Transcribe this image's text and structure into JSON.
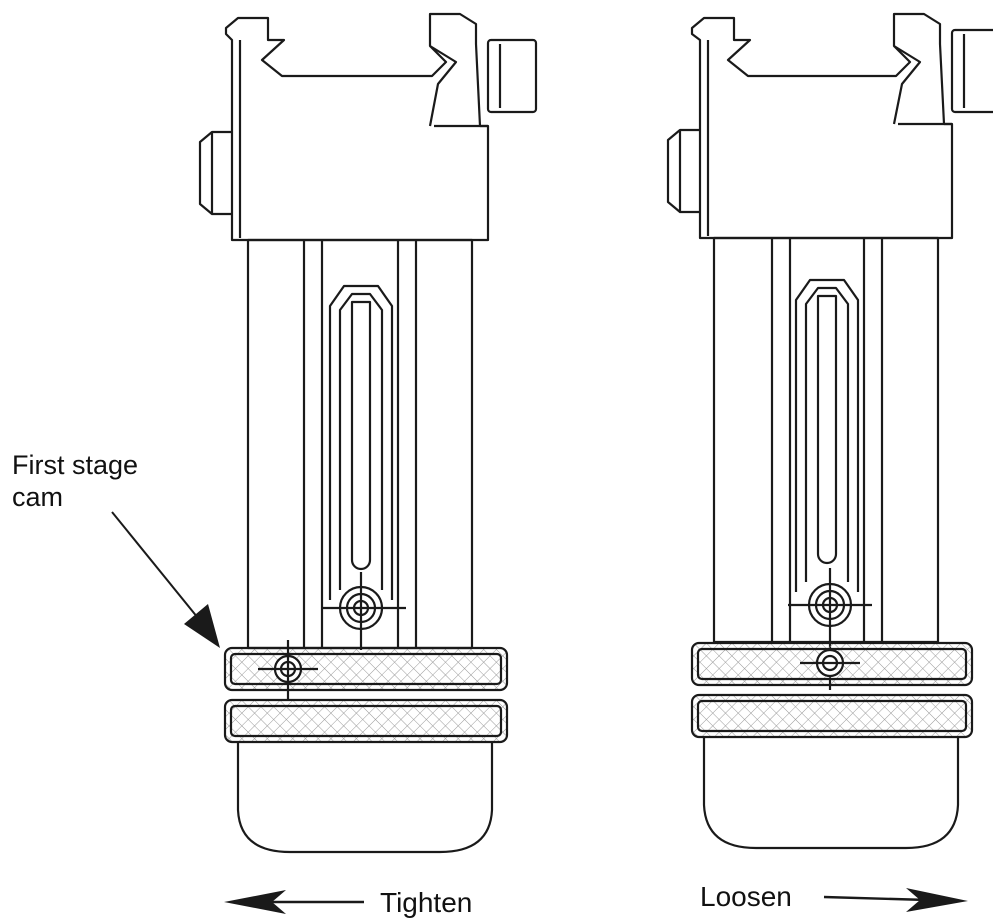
{
  "labels": {
    "callout_line1": "First stage",
    "callout_line2": "cam",
    "tighten": "Tighten",
    "loosen": "Loosen"
  },
  "views": [
    {
      "name": "tighten-view",
      "direction": "left"
    },
    {
      "name": "loosen-view",
      "direction": "right"
    }
  ],
  "colors": {
    "line": "#1a1a1a",
    "background": "#ffffff",
    "hatch": "#9a9a9a"
  }
}
